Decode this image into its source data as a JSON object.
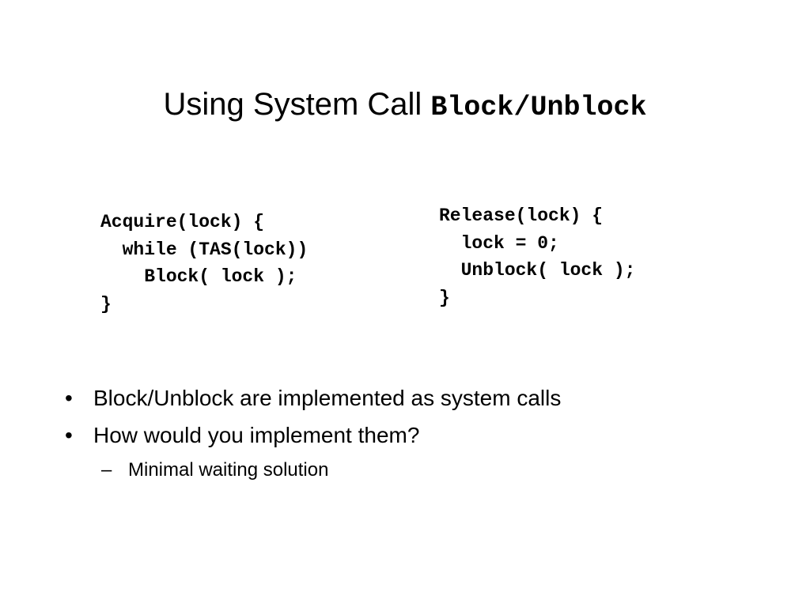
{
  "slide": {
    "title_text": "Using System Call",
    "title_code": "Block/Unblock",
    "code_left": [
      "Acquire(lock) {",
      "  while (TAS(lock))",
      "    Block( lock );",
      "}"
    ],
    "code_right": [
      "Release(lock) {",
      "  lock = 0;",
      "  Unblock( lock );",
      "}"
    ],
    "bullet_glyph": "•",
    "sub_bullet_glyph": "–",
    "bullets": [
      "Block/Unblock are implemented as system calls",
      "How would you implement them?"
    ],
    "sub_bullets": [
      "Minimal waiting solution"
    ]
  }
}
